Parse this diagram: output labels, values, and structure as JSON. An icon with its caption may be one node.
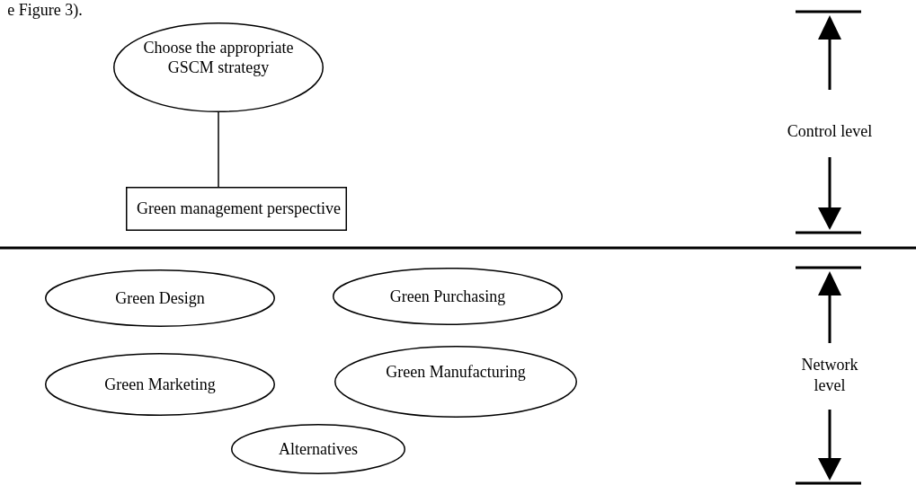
{
  "diagram": {
    "nodes": [
      {
        "text": [
          "Choose the appropriate GSCM strategy"
        ]
      },
      {
        "text": [
          "Green management perspective"
        ]
      },
      {
        "text": [
          "Green Design"
        ]
      },
      {
        "text": [
          "Green Purchasing"
        ]
      },
      {
        "text": [
          "Green Marketing"
        ]
      },
      {
        "text": [
          "Green Manufacturing"
        ]
      },
      {
        "text": [
          "Alternatives"
        ]
      }
    ],
    "edges": [
      {
        "from": 0,
        "to": 1,
        "arrow": "none"
      }
    ],
    "labels": [
      "e Figure 3).",
      "Control level",
      "Network level"
    ]
  }
}
